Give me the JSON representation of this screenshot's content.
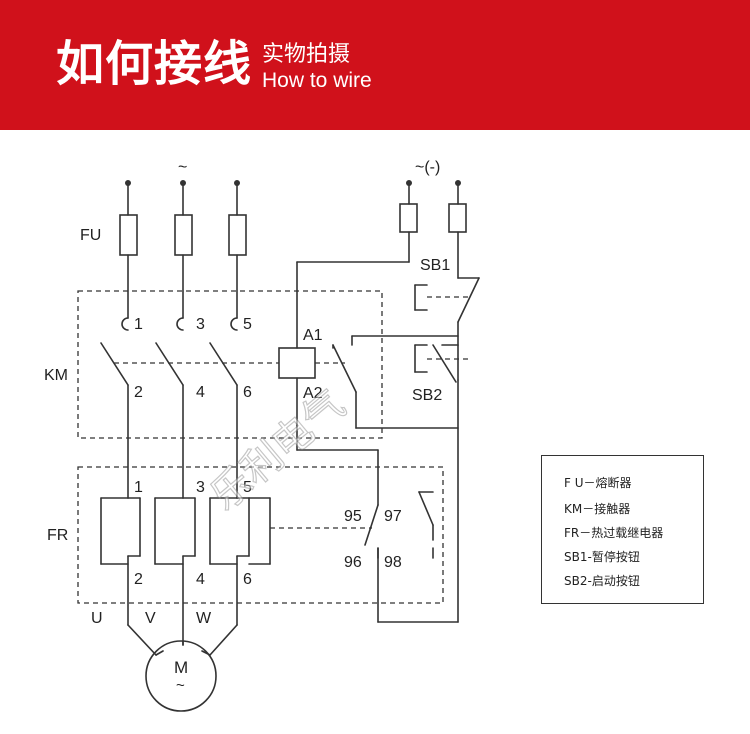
{
  "header": {
    "title": "如何接线",
    "subtitle_cn": "实物拍摄",
    "subtitle_en": "How to wire",
    "background_color": "#d0111b",
    "text_color": "#ffffff"
  },
  "diagram": {
    "supply_ac": "~",
    "supply_ctrl": "~(-)",
    "fu": "FU",
    "km": "KM",
    "fr": "FR",
    "sb1": "SB1",
    "sb2": "SB2",
    "a1": "A1",
    "a2": "A2",
    "km_t1": "1",
    "km_t3": "3",
    "km_t5": "5",
    "km_t2": "2",
    "km_t4": "4",
    "km_t6": "6",
    "fr_t1": "1",
    "fr_t3": "3",
    "fr_t5": "5",
    "fr_t2": "2",
    "fr_t4": "4",
    "fr_t6": "6",
    "c95": "95",
    "c97": "97",
    "c96": "96",
    "c98": "98",
    "u": "U",
    "v": "V",
    "w": "W",
    "motor": "M",
    "motor_sym": "~",
    "watermark": "乐利电气"
  },
  "legend": [
    "F U－熔断器",
    "KM－接触器",
    "FR－热过载继电器",
    "SB1-暂停按钮",
    "SB2-启动按钮"
  ]
}
